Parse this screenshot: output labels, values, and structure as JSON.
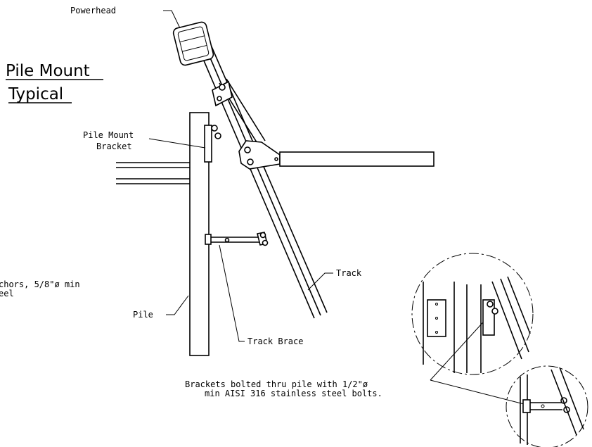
{
  "title": {
    "line1": "Pile Mount",
    "line2": "Typical"
  },
  "labels": {
    "powerhead": "Powerhead",
    "pile_mount_bracket_line1": "Pile Mount",
    "pile_mount_bracket_line2": "Bracket",
    "track": "Track",
    "pile": "Pile",
    "track_brace": "Track Brace",
    "anchors_line1": "chors, 5/8\"ø min",
    "anchors_line2": "eel",
    "brackets_note_line1": "Brackets bolted thru pile with 1/2\"ø",
    "brackets_note_line2": "min AISI 316 stainless steel bolts."
  }
}
